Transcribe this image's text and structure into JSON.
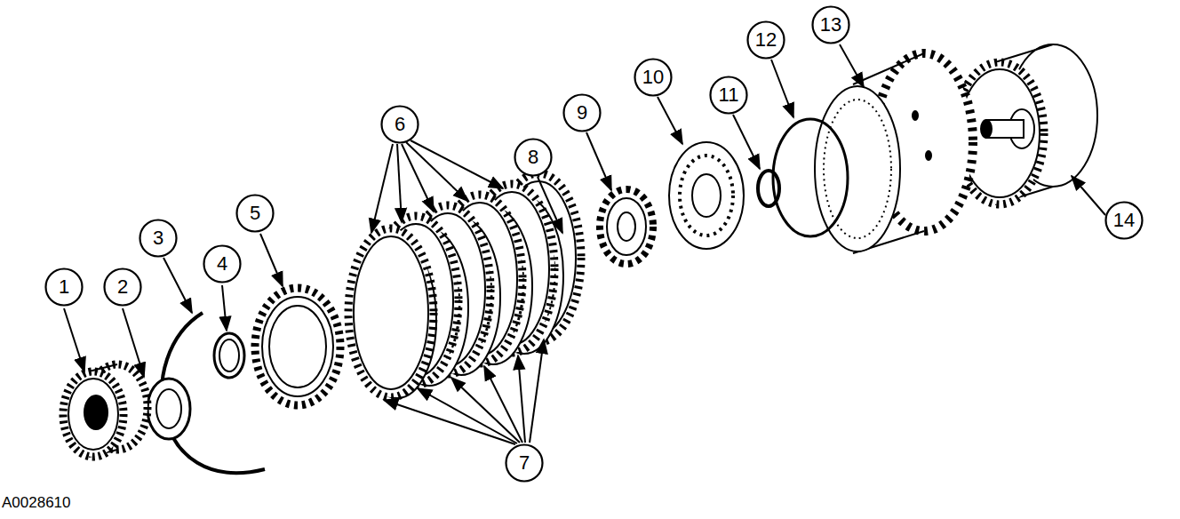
{
  "diagram": {
    "nodes": [
      {
        "text": [
          "1"
        ]
      },
      {
        "text": [
          "2"
        ]
      },
      {
        "text": [
          "3"
        ]
      },
      {
        "text": [
          "4"
        ]
      },
      {
        "text": [
          "5"
        ]
      },
      {
        "text": [
          "6"
        ]
      },
      {
        "text": [
          "7"
        ]
      },
      {
        "text": [
          "8"
        ]
      },
      {
        "text": [
          "9"
        ]
      },
      {
        "text": [
          "10"
        ]
      },
      {
        "text": [
          "11"
        ]
      },
      {
        "text": [
          "12"
        ]
      },
      {
        "text": [
          "13"
        ]
      },
      {
        "text": [
          "14"
        ]
      }
    ],
    "labels": [
      "A0028610"
    ]
  }
}
